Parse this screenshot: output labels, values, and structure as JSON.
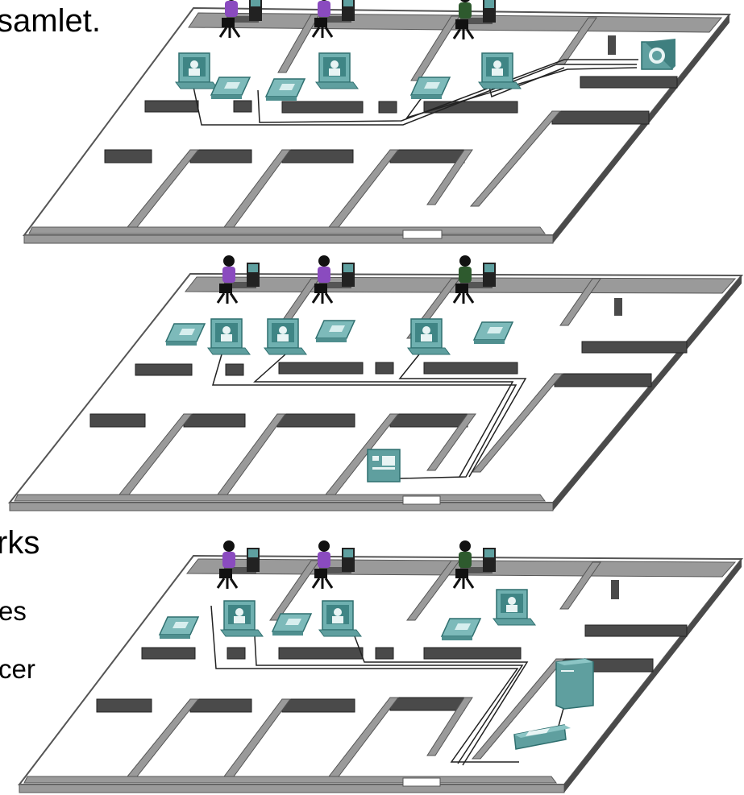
{
  "text_fragments": {
    "line1": "samlet.",
    "line2": "rks",
    "line3": "es",
    "line4": "cer"
  },
  "colors": {
    "wall_top": "#9a9a9a",
    "wall_dark": "#4a4a4a",
    "floor": "#ffffff",
    "device_teal": "#5f9f9f",
    "device_teal_light": "#8cc5c5",
    "person_purple": "#8a4bbf",
    "person_green": "#2e5a2e",
    "cable": "#222222"
  },
  "icons": [
    "office-worker-icon",
    "video-phone-icon",
    "ip-phone-icon",
    "hub-icon",
    "patch-panel-icon",
    "switch-icon",
    "server-tower-icon"
  ]
}
